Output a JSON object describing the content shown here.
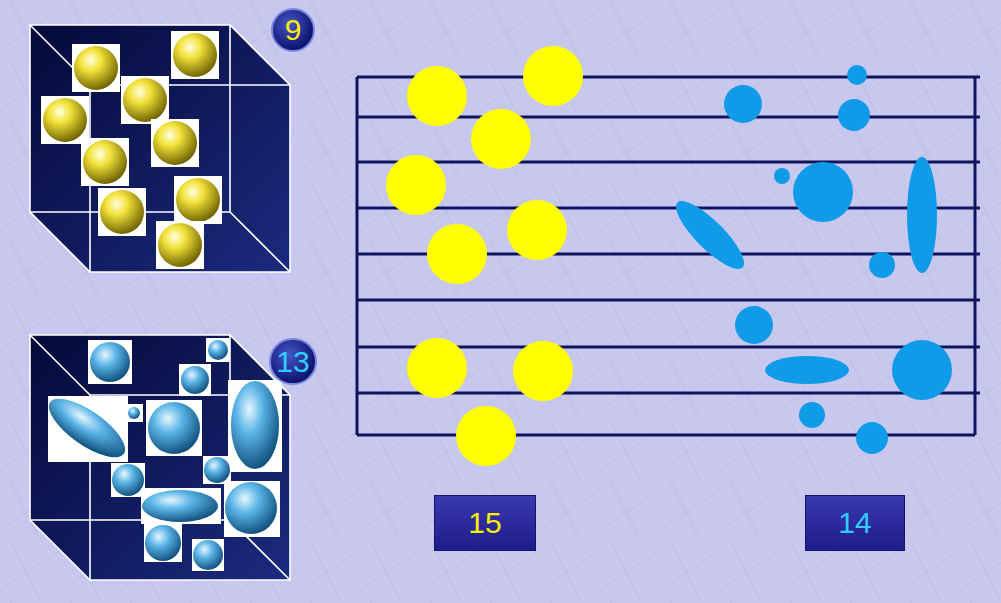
{
  "diagram": {
    "nodes": [
      {
        "text": [
          "9"
        ]
      },
      {
        "text": [
          "13"
        ]
      },
      {
        "text": [
          "15"
        ]
      },
      {
        "text": [
          "14"
        ]
      }
    ]
  }
}
